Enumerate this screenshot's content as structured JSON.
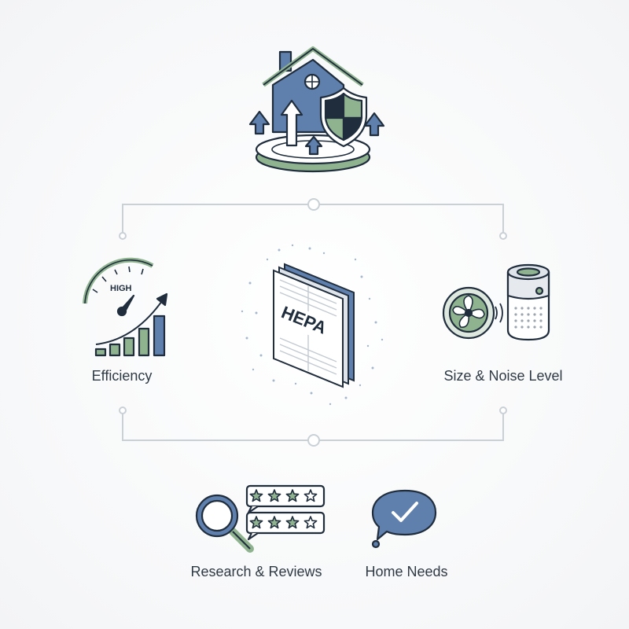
{
  "colors": {
    "navy": "#1f2d3d",
    "slate_blue": "#5f7fad",
    "sage_green": "#8fb38f",
    "line_gray": "#c9d0d6",
    "text": "#2f3a44"
  },
  "icons": {
    "top": "home-protection-icon",
    "center": "hepa-filter-icon",
    "left": "efficiency-gauge-icon",
    "right": "purifier-fan-icon",
    "bottom_left": "reviews-magnifier-icon",
    "bottom_right": "check-speech-bubble-icon"
  },
  "gauge_text": "HIGH",
  "filter_text": "HEPA",
  "labels": {
    "efficiency": "Efficiency",
    "size_noise": "Size & Noise Level",
    "research": "Research & Reviews",
    "home_needs": "Home Needs"
  },
  "ratings": [
    {
      "filled": 3,
      "total": 4
    },
    {
      "filled": 3,
      "total": 4
    }
  ]
}
